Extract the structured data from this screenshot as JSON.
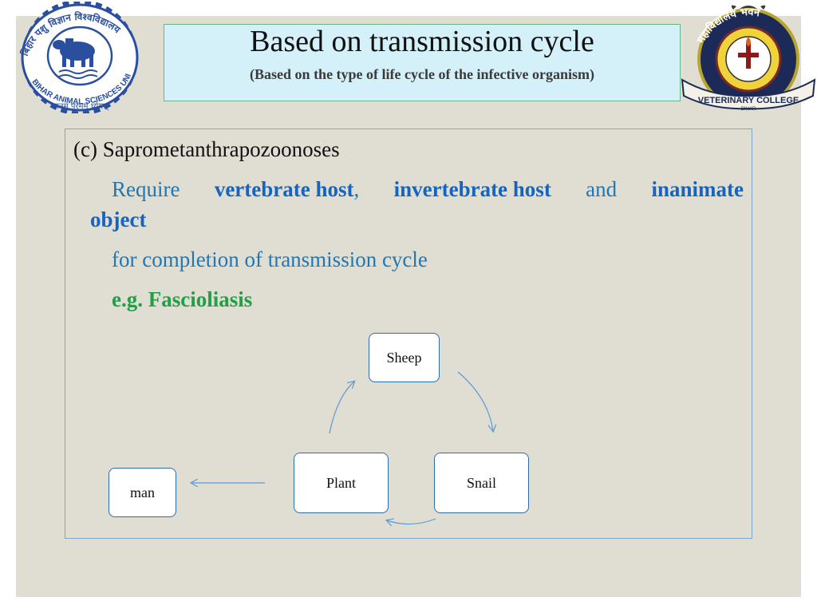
{
  "header": {
    "title": "Based on transmission cycle",
    "subtitle": "(Based on the type of life cycle of the infective organism)"
  },
  "logos": {
    "left": {
      "ring_text": "बिहार पशु विज्ञान विश्वविद्यालय",
      "bottom_text": "BIHAR ANIMAL SCIENCES UNIVERSITY",
      "motto": "ज्ञानम् परमम् ध्येयम्"
    },
    "right": {
      "top_text": "महाविद्यालय भवनं",
      "banner": "VETERINARY COLLEGE",
      "place": "BIHAR"
    }
  },
  "content": {
    "heading": "(c) Saprometanthrapozoonoses",
    "line1": {
      "require": "Require",
      "vertebrate": "vertebrate host",
      "comma": ",",
      "invertebrate": "invertebrate host",
      "and": "and",
      "inanimate": "inanimate"
    },
    "line2": "object",
    "line3": "for completion of transmission cycle",
    "line4": "e.g. Fascioliasis"
  },
  "diagram": {
    "nodes": {
      "sheep": "Sheep",
      "snail": "Snail",
      "plant": "Plant",
      "man": "man"
    }
  },
  "colors": {
    "slide_bg": "#e0ddd3",
    "title_box": "#d4f0f8",
    "text_blue": "#1f77b4",
    "text_bold_blue": "#1565c0",
    "text_green": "#21a046",
    "arrow": "#5b9bd5"
  }
}
